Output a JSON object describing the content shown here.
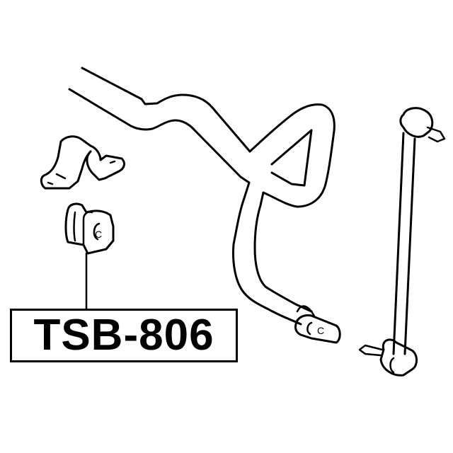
{
  "diagram": {
    "type": "exploded-parts-diagram",
    "subject": "stabilizer bar assembly",
    "part_label": "TSB-806",
    "components": [
      {
        "id": "bracket",
        "name": "stabilizer bar bracket"
      },
      {
        "id": "bushing",
        "name": "stabilizer bar bushing",
        "labeled": "TSB-806",
        "letter": "C"
      },
      {
        "id": "stabilizer-bar",
        "name": "stabilizer bar",
        "end_bushing_letter": "C"
      },
      {
        "id": "link",
        "name": "stabilizer link"
      }
    ],
    "colors": {
      "line": "#000000",
      "background": "#ffffff"
    }
  }
}
